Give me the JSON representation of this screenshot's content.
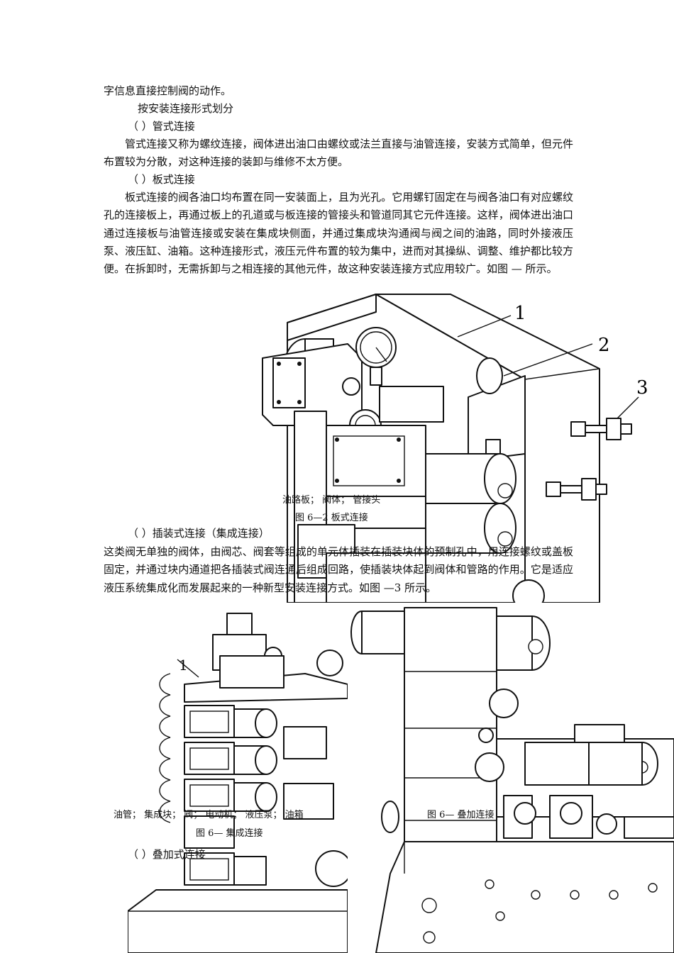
{
  "text": {
    "line1": "字信息直接控制阀的动作。",
    "heading_install": "按安装连接形式划分",
    "sub_pipe": "（  ）管式连接",
    "para_pipe": "管式连接又称为螺纹连接，阀体进出油口由螺纹或法兰直接与油管连接，安装方式简单，但元件布置较为分散，对这种连接的装卸与维修不太方便。",
    "sub_plate": "（  ）板式连接",
    "para_plate": "板式连接的阀各油口均布置在同一安装面上，且为光孔。它用螺钉固定在与阀各油口有对应螺纹孔的连接板上，再通过板上的孔道或与板连接的管接头和管道同其它元件连接。这样，阀体进出油口通过连接板与油管连接或安装在集成块侧面，并通过集成块沟通阀与阀之间的油路，同时外接液压泵、液压缸、油箱。这种连接形式，液压元件布置的较为集中，进而对其操纵、调整、维护都比较方便。在拆卸时，无需拆卸与之相连接的其他元件，故这种安装连接方式应用较广。如图   —   所示。",
    "sub_cartridge": "（  ）插装式连接（集成连接）",
    "para_cartridge": "这类阀无单独的阀体，由阀芯、阀套等组成的单元体插装在插装块体的预制孔中，用连接螺纹或盖板固定，并通过块内通道把各插装式阀连通后组成回路，使插装块体起到阀体和管路的作用。它是适应液压系统集成化而发展起来的一种新型安装连接方式。如图   —3 所示。",
    "sub_stack": "（  ）叠加式连接"
  },
  "figure_plate": {
    "callouts": [
      "1",
      "2",
      "3"
    ],
    "legend": "油路板；    阀体；    管接头",
    "caption": "图 6—2    板式连接"
  },
  "figure_integrated": {
    "callouts": [
      "1"
    ],
    "legend": "油管；    集成块；    阀；    电动机；    液压泵；    油箱",
    "caption": "图 6—    集成连接"
  },
  "figure_stack": {
    "caption": "图 6—        叠加连接"
  }
}
